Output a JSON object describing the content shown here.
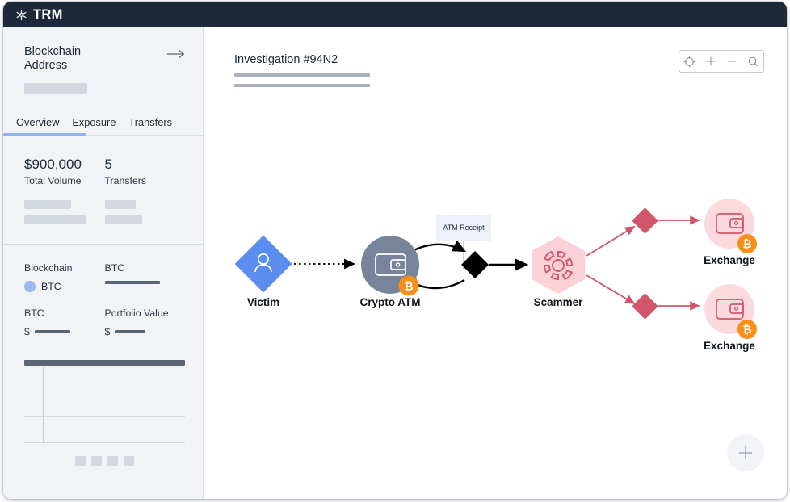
{
  "app": {
    "logo_icon": "trm-asterisk-icon",
    "logo_text": "TRM"
  },
  "sidebar": {
    "title": "Blockchain Address",
    "forward_icon": "arrow-right-icon",
    "tabs": [
      {
        "label": "Overview",
        "active": true
      },
      {
        "label": "Exposure",
        "active": false
      },
      {
        "label": "Transfers",
        "active": false
      }
    ],
    "stats": [
      {
        "value": "$900,000",
        "label": "Total Volume"
      },
      {
        "value": "5",
        "label": "Transfers"
      }
    ],
    "details": [
      {
        "label": "Blockchain",
        "value": "BTC",
        "swatch": "#9cb9ef"
      },
      {
        "label": "BTC",
        "value": ""
      },
      {
        "label": "BTC",
        "value": "$"
      },
      {
        "label": "Portfolio Value",
        "value": "$"
      }
    ],
    "pagination_dots": 4
  },
  "canvas": {
    "title": "Investigation #94N2",
    "toolbar": [
      {
        "icon": "crosshair-icon",
        "name": "recenter-button"
      },
      {
        "icon": "plus-icon",
        "name": "zoom-in-button"
      },
      {
        "icon": "minus-icon",
        "name": "zoom-out-button"
      },
      {
        "icon": "search-icon",
        "name": "search-button"
      }
    ],
    "add_button_icon": "plus-icon"
  },
  "graph": {
    "annotation": "ATM Receipt",
    "nodes": [
      {
        "id": "victim",
        "label": "Victim",
        "shape": "diamond",
        "icon": "person-icon",
        "color": "#5b8def"
      },
      {
        "id": "atm",
        "label": "Crypto ATM",
        "shape": "circle",
        "icon": "wallet-icon",
        "color": "#77849a",
        "badge": "bitcoin-icon"
      },
      {
        "id": "hop",
        "label": "",
        "shape": "diamond",
        "icon": "",
        "color": "#000000"
      },
      {
        "id": "scammer",
        "label": "Scammer",
        "shape": "hexagon",
        "icon": "gear-icon",
        "color": "#fbd0d6"
      },
      {
        "id": "hop-a",
        "label": "",
        "shape": "diamond",
        "icon": "",
        "color": "#d1566a"
      },
      {
        "id": "hop-b",
        "label": "",
        "shape": "diamond",
        "icon": "",
        "color": "#d1566a"
      },
      {
        "id": "exchange-1",
        "label": "Exchange",
        "shape": "circle",
        "icon": "wallet-icon",
        "color": "#fbd9de",
        "badge": "bitcoin-icon"
      },
      {
        "id": "exchange-2",
        "label": "Exchange",
        "shape": "circle",
        "icon": "wallet-icon",
        "color": "#fbd9de",
        "badge": "bitcoin-icon"
      }
    ],
    "edges": [
      {
        "from": "victim",
        "to": "atm",
        "style": "dotted",
        "color": "#111820"
      },
      {
        "from": "atm",
        "to": "hop",
        "style": "curved",
        "color": "#000000"
      },
      {
        "from": "hop",
        "to": "atm",
        "style": "curved",
        "color": "#000000"
      },
      {
        "from": "hop",
        "to": "scammer",
        "style": "solid",
        "color": "#000000"
      },
      {
        "from": "scammer",
        "to": "hop-a",
        "style": "solid",
        "color": "#d1566a"
      },
      {
        "from": "scammer",
        "to": "hop-b",
        "style": "solid",
        "color": "#d1566a"
      },
      {
        "from": "hop-a",
        "to": "exchange-1",
        "style": "solid",
        "color": "#d1566a"
      },
      {
        "from": "hop-b",
        "to": "exchange-2",
        "style": "solid",
        "color": "#d1566a"
      }
    ]
  },
  "colors": {
    "topbar": "#1d2939",
    "sidebar_bg": "#f1f3f7",
    "accent_blue": "#8fb4ef",
    "accent_red": "#d1566a",
    "bitcoin_orange": "#f79019"
  }
}
